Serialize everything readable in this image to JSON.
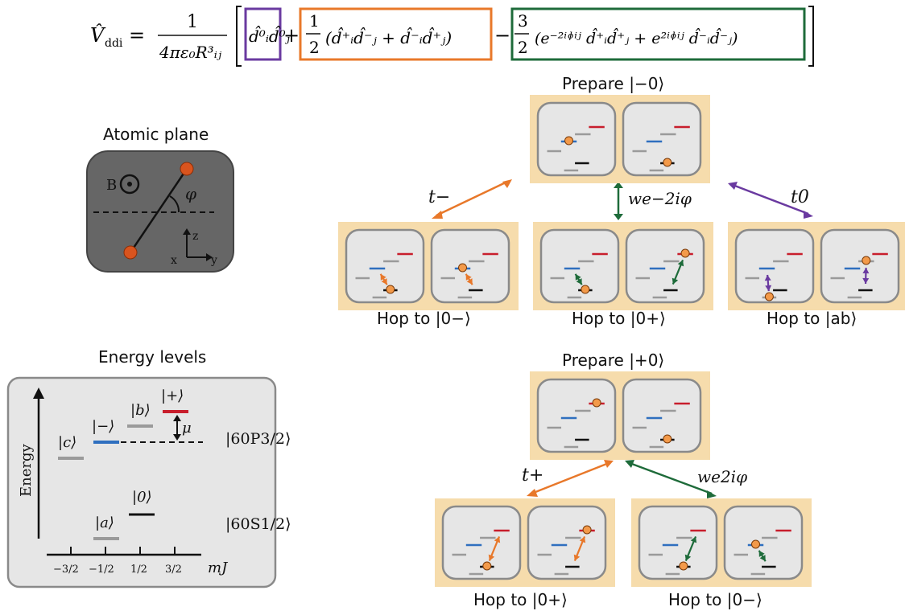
{
  "equation": {
    "lhs": "V̂ddi = ",
    "prefactor_num": "1",
    "prefactor_den": "4πε₀R³ij",
    "term_zz": "d̂⁰ᵢd̂⁰ⱼ",
    "plus": "+",
    "minus": "−",
    "term_flipflop": "½ (d̂⁺ᵢd̂⁻ⱼ + d̂⁻ᵢd̂⁺ⱼ)",
    "term_double": "3⁄2 (e⁻²ⁱᶲⁱʲ d̂⁺ᵢd̂⁺ⱼ + e²ⁱᶲⁱʲ d̂⁻ᵢd̂⁻ⱼ)",
    "colors": {
      "zz": "#6a3aa0",
      "flipflop": "#e8782a",
      "double": "#1e6b3a"
    }
  },
  "atomic_plane": {
    "title": "Atomic plane",
    "field_label": "B",
    "angle_label": "φ",
    "axis_z": "z",
    "axis_x": "x",
    "axis_y": "y"
  },
  "energy_levels": {
    "title": "Energy levels",
    "yaxis": "Energy",
    "xaxis": "mJ",
    "ticks": [
      "−3/2",
      "−1/2",
      "1/2",
      "3/2"
    ],
    "states": {
      "c": "|c⟩",
      "minus": "|−⟩",
      "b": "|b⟩",
      "plus": "|+⟩",
      "a": "|a⟩",
      "zero": "|0⟩"
    },
    "mu": "μ",
    "manifold_p": "|60P3/2⟩",
    "manifold_s": "|60S1/2⟩"
  },
  "top_scheme": {
    "prepare": "Prepare |−0⟩",
    "left_coupling": "t−",
    "middle_coupling": "we−2iφ",
    "right_coupling": "t0",
    "hop_left": "Hop to |0−⟩",
    "hop_middle": "Hop to |0+⟩",
    "hop_right": "Hop to |ab⟩"
  },
  "bottom_scheme": {
    "prepare": "Prepare |+0⟩",
    "left_coupling": "t+",
    "right_coupling": "we2iφ",
    "hop_left": "Hop to |0+⟩",
    "hop_right": "Hop to |0−⟩"
  },
  "colors": {
    "panel_bg": "#f6dcac",
    "atom_box": "#e6e6e6",
    "atom_box_border": "#8a8a8a",
    "orange": "#e8782a",
    "green": "#1e6b3a",
    "purple": "#6a3aa0",
    "blue": "#2f6fbf",
    "red": "#c81e2c",
    "gray_level": "#9a9a9a"
  }
}
